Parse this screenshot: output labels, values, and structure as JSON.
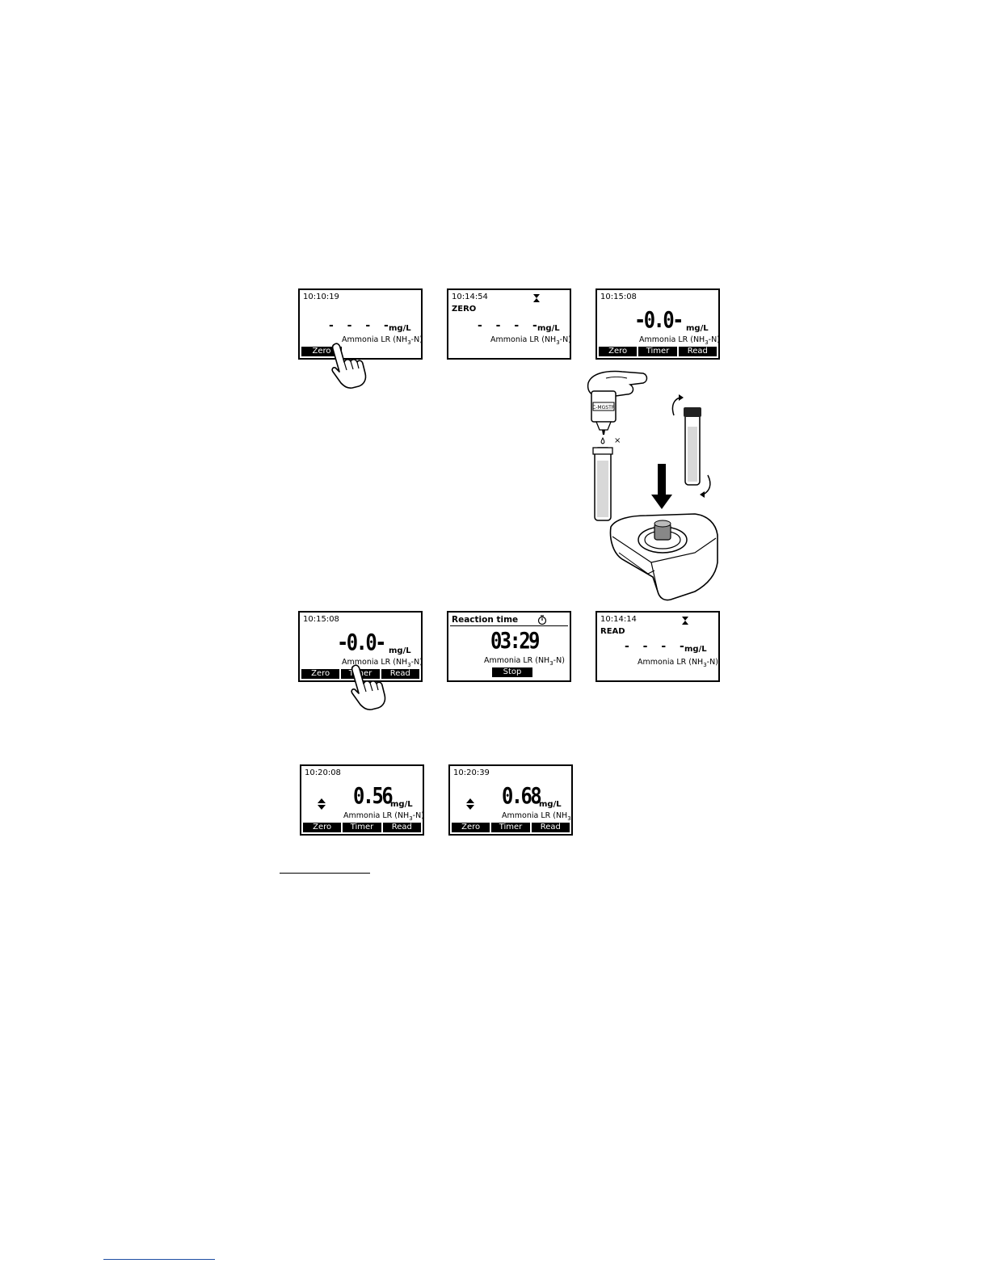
{
  "screens": [
    {
      "time": "10:10:19",
      "status": "",
      "reading": "- - - -",
      "unit": "mg/L",
      "parameter": "Ammonia LR (NH",
      "parameter_sub": "3",
      "parameter_end": "-N)",
      "softkeys": [
        "Zero"
      ]
    },
    {
      "time": "10:14:54",
      "status": "ZERO",
      "reading": "- - - -",
      "unit": "mg/L",
      "parameter": "Ammonia LR (NH",
      "parameter_sub": "3",
      "parameter_end": "-N)"
    },
    {
      "time": "10:15:08",
      "reading": "-0.0-",
      "unit": "mg/L",
      "parameter": "Ammonia LR (NH",
      "parameter_sub": "3",
      "parameter_end": "-N)",
      "softkeys": [
        "Zero",
        "Timer",
        "Read"
      ]
    },
    {
      "time": "10:15:08",
      "reading": "-0.0-",
      "unit": "mg/L",
      "parameter": "Ammonia LR (NH",
      "parameter_sub": "3",
      "parameter_end": "-N)",
      "softkeys": [
        "Zero",
        "Timer",
        "Read"
      ]
    },
    {
      "header": "Reaction time",
      "countdown": "03:29",
      "parameter": "Ammonia LR (NH",
      "parameter_sub": "3",
      "parameter_end": "-N)",
      "stop_label": "Stop"
    },
    {
      "time": "10:14:14",
      "status": "READ",
      "reading": "- - - -",
      "unit": "mg/L",
      "parameter": "Ammonia LR (NH",
      "parameter_sub": "3",
      "parameter_end": "-N)"
    },
    {
      "time": "10:20:08",
      "reading": "0.56",
      "unit": "mg/L",
      "parameter": "Ammonia LR (NH",
      "parameter_sub": "3",
      "parameter_end": "-N)",
      "softkeys": [
        "Zero",
        "Timer",
        "Read"
      ]
    },
    {
      "time": "10:20:39",
      "reading": "0.68",
      "unit": "mg/L",
      "parameter": "Ammonia LR (NH",
      "parameter_sub": "3",
      "parameter_end": ")",
      "softkeys": [
        "Zero",
        "Timer",
        "Read"
      ]
    }
  ],
  "illustration": {
    "reagent_label": "C-MGSTR",
    "drop_count_mark": "×"
  }
}
